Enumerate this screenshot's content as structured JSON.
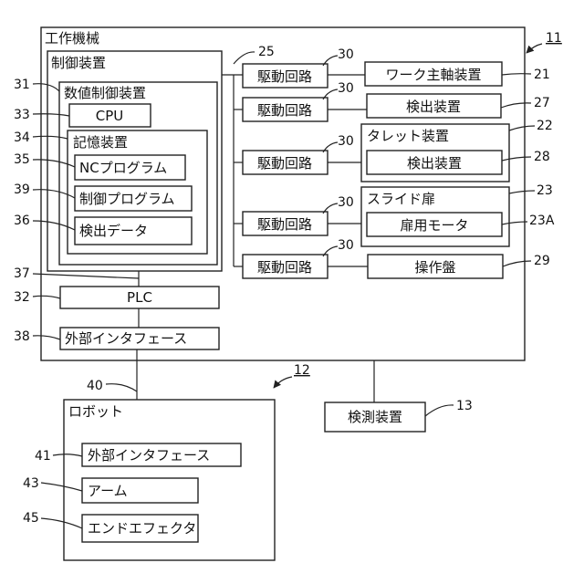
{
  "labels": {
    "machine_tool": "工作機械",
    "control_device": "制御装置",
    "nc_device": "数値制御装置",
    "cpu": "CPU",
    "memory": "記憶装置",
    "nc_program": "NCプログラム",
    "control_program": "制御プログラム",
    "detection_data": "検出データ",
    "plc": "PLC",
    "ext_interface_machine": "外部インタフェース",
    "drive_circuit": "駆動回路",
    "work_spindle": "ワーク主軸装置",
    "detector": "検出装置",
    "turret": "タレット装置",
    "turret_detector": "検出装置",
    "slide_door": "スライド扉",
    "door_motor": "扉用モータ",
    "operation_panel": "操作盤",
    "robot": "ロボット",
    "ext_interface_robot": "外部インタフェース",
    "arm": "アーム",
    "end_effector": "エンドエフェクタ",
    "measuring_device": "検測装置"
  },
  "refs": {
    "r11": "11",
    "r12": "12",
    "r13": "13",
    "r21": "21",
    "r22": "22",
    "r23": "23",
    "r23a": "23A",
    "r25": "25",
    "r27": "27",
    "r28": "28",
    "r29": "29",
    "r30a": "30",
    "r30b": "30",
    "r30c": "30",
    "r30d": "30",
    "r30e": "30",
    "r31": "31",
    "r32": "32",
    "r33": "33",
    "r34": "34",
    "r35": "35",
    "r36": "36",
    "r37": "37",
    "r38": "38",
    "r39": "39",
    "r40": "40",
    "r41": "41",
    "r43": "43",
    "r45": "45"
  }
}
